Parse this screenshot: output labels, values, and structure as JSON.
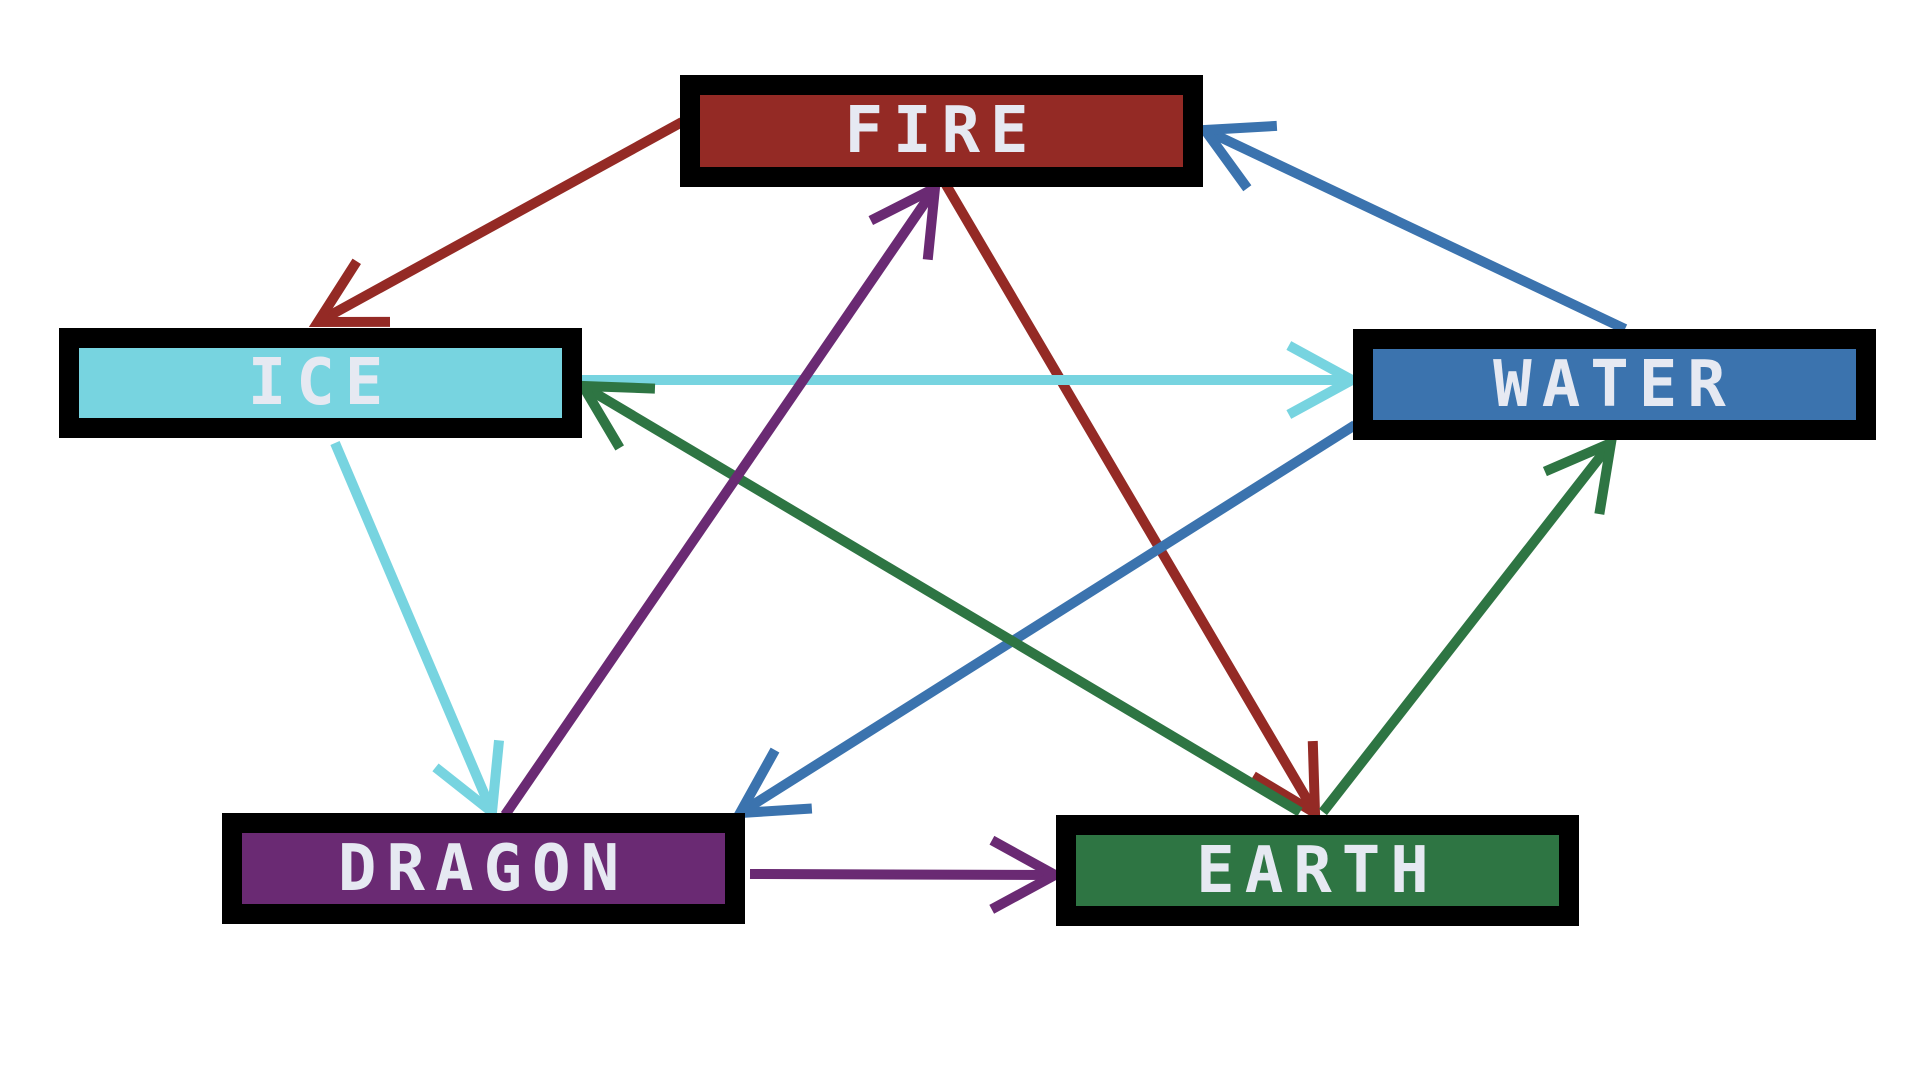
{
  "nodes": {
    "fire": {
      "label": "FIRE",
      "color": "#942a25"
    },
    "ice": {
      "label": "ICE",
      "color": "#77d4e0"
    },
    "water": {
      "label": "WATER",
      "color": "#3b73ae"
    },
    "dragon": {
      "label": "DRAGON",
      "color": "#6a2a73"
    },
    "earth": {
      "label": "EARTH",
      "color": "#2e7543"
    }
  },
  "edges": [
    {
      "from": "fire",
      "to": "ice",
      "color": "#942a25"
    },
    {
      "from": "fire",
      "to": "earth",
      "color": "#942a25"
    },
    {
      "from": "water",
      "to": "fire",
      "color": "#3b73ae"
    },
    {
      "from": "water",
      "to": "dragon",
      "color": "#3b73ae"
    },
    {
      "from": "ice",
      "to": "water",
      "color": "#77d4e0"
    },
    {
      "from": "ice",
      "to": "dragon",
      "color": "#77d4e0"
    },
    {
      "from": "earth",
      "to": "ice",
      "color": "#2e7543"
    },
    {
      "from": "earth",
      "to": "water",
      "color": "#2e7543"
    },
    {
      "from": "dragon",
      "to": "fire",
      "color": "#6a2a73"
    },
    {
      "from": "dragon",
      "to": "earth",
      "color": "#6a2a73"
    }
  ]
}
